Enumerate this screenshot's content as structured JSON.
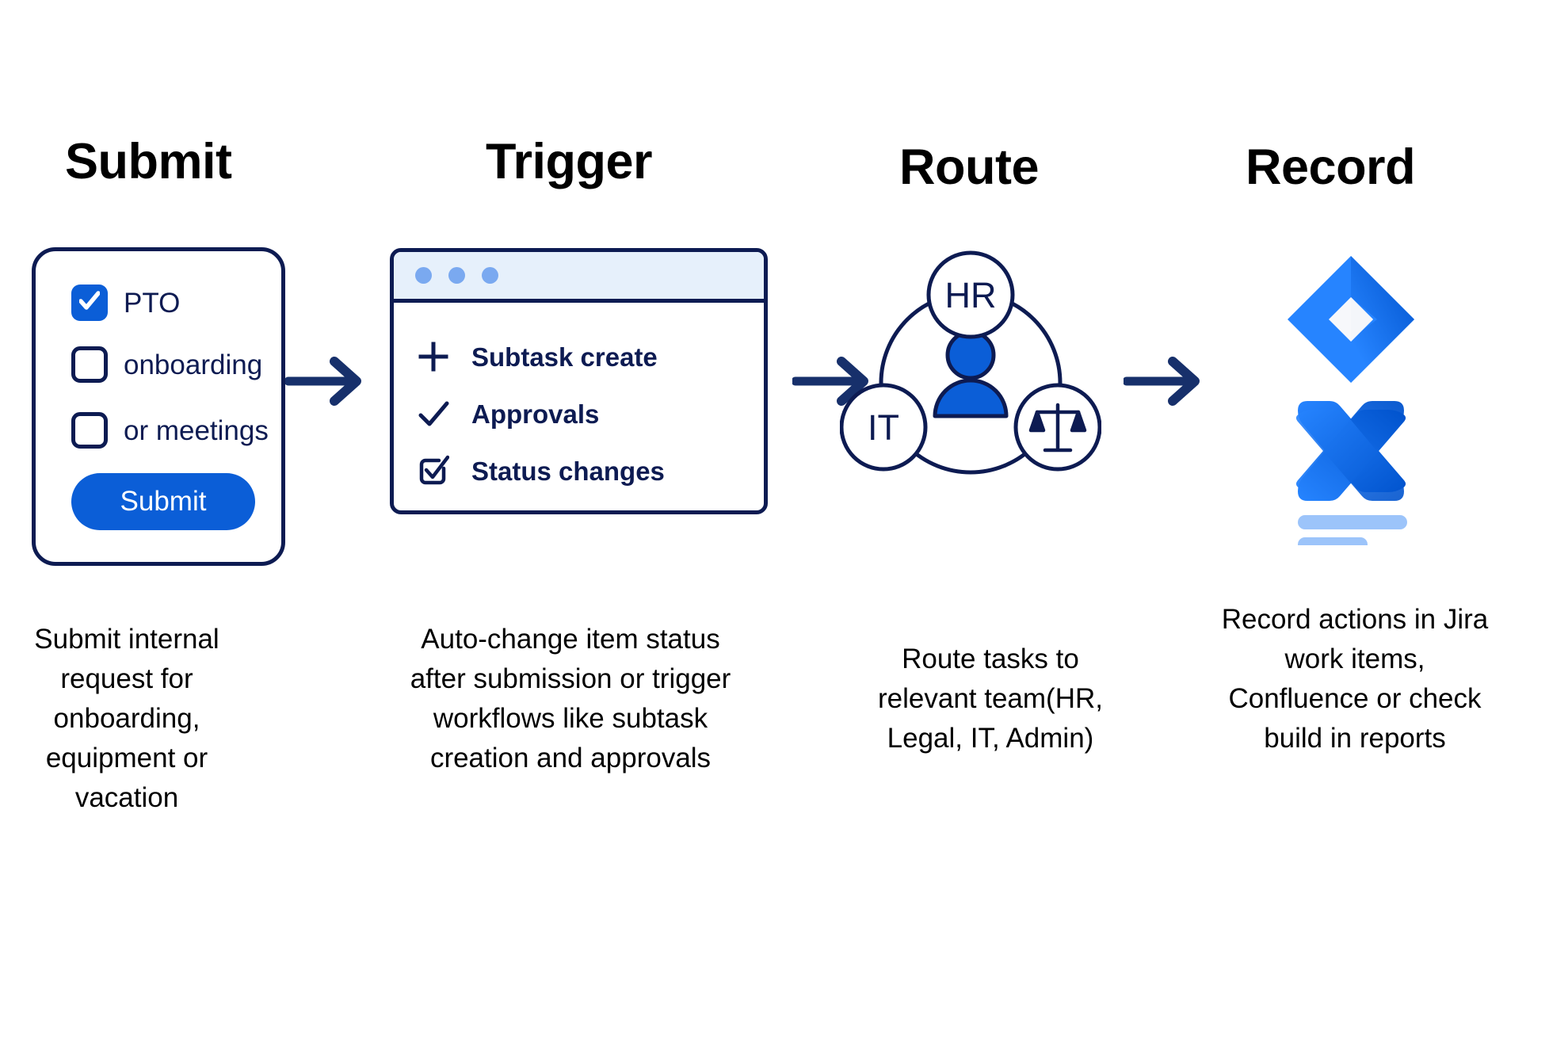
{
  "diagram": {
    "title": "Submit Trigger Route Record workflow",
    "colors": {
      "navy": "#0d1b52",
      "blue": "#0b5ed7",
      "light_blue": "#7aa9f0",
      "titlebar": "#e6f0fb",
      "jira_blue": "#2684ff",
      "jira_dark": "#0052cc",
      "background": "#ffffff"
    }
  },
  "steps": [
    {
      "heading": "Submit",
      "caption": "Submit internal request for onboarding, equipment or vacation"
    },
    {
      "heading": "Trigger",
      "caption": "Auto-change item status after submission or trigger workflows like subtask creation and approvals"
    },
    {
      "heading": "Route",
      "caption": "Route tasks to relevant team(HR, Legal, IT, Admin)"
    },
    {
      "heading": "Record",
      "caption": "Record actions in Jira work items, Confluence or check build in reports"
    }
  ],
  "submit_card": {
    "options": [
      {
        "label": "PTO",
        "checked": true
      },
      {
        "label": "onboarding",
        "checked": false
      },
      {
        "label": "or meetings",
        "checked": false
      }
    ],
    "button_label": "Submit"
  },
  "trigger_window": {
    "dots": 3,
    "items": [
      {
        "label": "Subtask create",
        "icon": "plus-icon"
      },
      {
        "label": "Approvals",
        "icon": "check-icon"
      },
      {
        "label": "Status changes",
        "icon": "checkbox-check-icon"
      }
    ]
  },
  "route_graphic": {
    "nodes": [
      {
        "label": "HR",
        "icon": ""
      },
      {
        "label": "IT",
        "icon": ""
      },
      {
        "label": "",
        "icon": "scales-icon"
      }
    ],
    "center_icon": "person-icon"
  },
  "record_logos": [
    {
      "name": "jira-logo"
    },
    {
      "name": "confluence-logo"
    },
    {
      "name": "report-lines"
    }
  ],
  "arrows": [
    {
      "name": "arrow-submit-to-trigger"
    },
    {
      "name": "arrow-trigger-to-route"
    },
    {
      "name": "arrow-route-to-record"
    }
  ]
}
